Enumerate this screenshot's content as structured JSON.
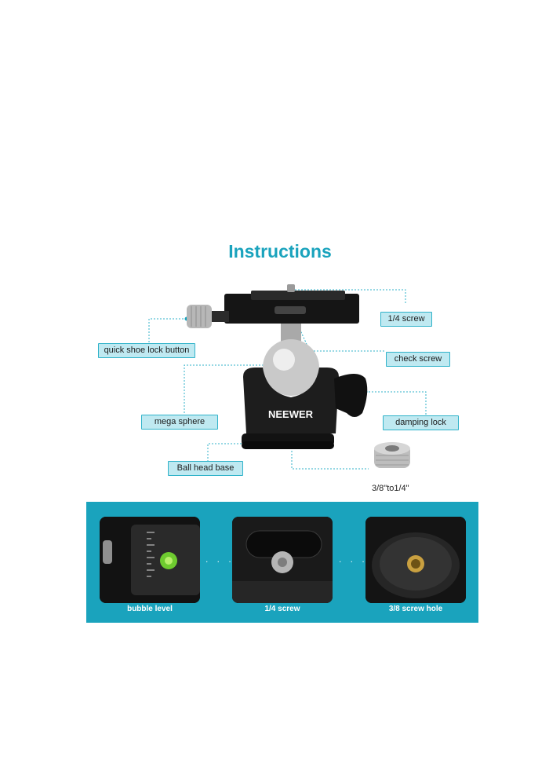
{
  "title": "Instructions",
  "colors": {
    "accent": "#1aa3bd",
    "label_fill": "#bfe9f1",
    "panel": "#1aa3bd",
    "title": "#1aa3bd"
  },
  "product_brand": "NEEWER",
  "callouts": {
    "quarter_screw": "1/4 screw",
    "quick_shoe_lock": "quick shoe lock button",
    "check_screw": "check screw",
    "mega_sphere": "mega sphere",
    "damping_lock": "damping lock",
    "ball_head_base": "Ball head base",
    "adapter": "3/8\"to1/4\""
  },
  "details": [
    {
      "caption": "bubble level",
      "icon": "bubble-level-photo"
    },
    {
      "caption": "1/4 screw",
      "icon": "quick-plate-photo"
    },
    {
      "caption": "3/8 screw hole",
      "icon": "screw-hole-photo"
    }
  ],
  "separator": ". . ."
}
